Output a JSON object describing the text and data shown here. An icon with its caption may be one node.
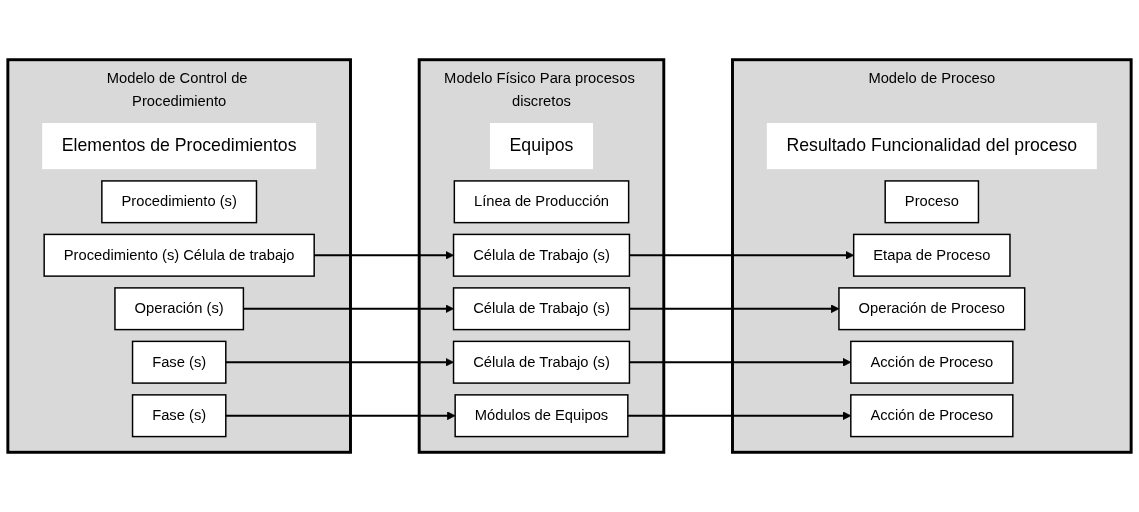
{
  "diagram": {
    "nodes": [
      {
        "text": [
          "Modelo de Control de Procedimiento"
        ]
      },
      {
        "text": [
          "Elementos de Procedimientos"
        ],
        "in": 0
      },
      {
        "text": [
          "Procedimiento (s)"
        ],
        "in": 0
      },
      {
        "text": [
          "Procedimiento (s) Célula de trabajo"
        ],
        "in": 0
      },
      {
        "text": [
          "Operación (s)"
        ],
        "in": 0
      },
      {
        "text": [
          "Fase (s)"
        ],
        "in": 0
      },
      {
        "text": [
          "Fase (s)"
        ],
        "in": 0
      },
      {
        "text": [
          "Modelo Físico Para procesos discretos"
        ]
      },
      {
        "text": [
          "Equipos"
        ],
        "in": 7
      },
      {
        "text": [
          "Línea de Producción"
        ],
        "in": 7
      },
      {
        "text": [
          "Célula de Trabajo (s)"
        ],
        "in": 7
      },
      {
        "text": [
          "Célula de Trabajo (s)"
        ],
        "in": 7
      },
      {
        "text": [
          "Célula de Trabajo (s)"
        ],
        "in": 7
      },
      {
        "text": [
          "Módulos de Equipos"
        ],
        "in": 7
      },
      {
        "text": [
          "Modelo de Proceso"
        ]
      },
      {
        "text": [
          "Resultado Funcionalidad del proceso"
        ],
        "in": 14
      },
      {
        "text": [
          "Proceso"
        ],
        "in": 14
      },
      {
        "text": [
          "Etapa de Proceso"
        ],
        "in": 14
      },
      {
        "text": [
          "Operación de Proceso"
        ],
        "in": 14
      },
      {
        "text": [
          "Acción de Proceso"
        ],
        "in": 14
      },
      {
        "text": [
          "Acción de Proceso"
        ],
        "in": 14
      }
    ],
    "edges": [
      {
        "from": 3,
        "to": 10,
        "arrow": "to"
      },
      {
        "from": 4,
        "to": 11,
        "arrow": "to"
      },
      {
        "from": 5,
        "to": 12,
        "arrow": "to"
      },
      {
        "from": 6,
        "to": 13,
        "arrow": "to"
      },
      {
        "from": 10,
        "to": 17,
        "arrow": "to"
      },
      {
        "from": 11,
        "to": 18,
        "arrow": "to"
      },
      {
        "from": 12,
        "to": 19,
        "arrow": "to"
      },
      {
        "from": 13,
        "to": 20,
        "arrow": "to"
      }
    ]
  }
}
